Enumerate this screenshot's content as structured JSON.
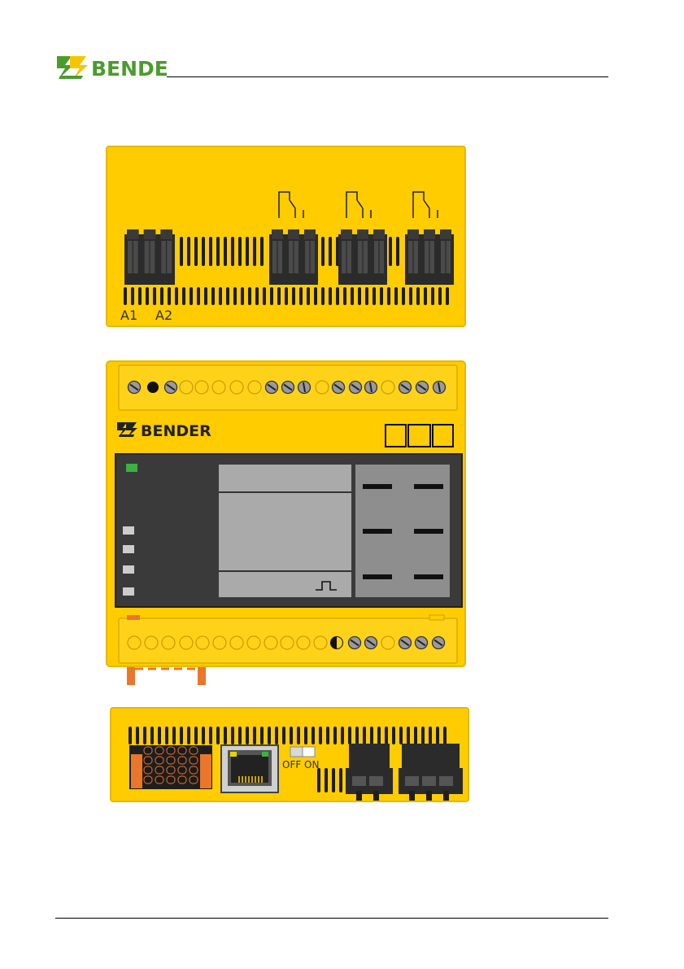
{
  "brand": {
    "name": "BENDER",
    "logo_color_green": "#4b9b2f",
    "logo_color_yellow": "#f7c600"
  },
  "colors": {
    "housing": "#ffcc00",
    "housing_edge": "#e6b800",
    "panel_dark": "#3a3a3a",
    "display_light": "#aaaaaa",
    "display_mid": "#8e8e8e",
    "terminal_block": "#333333",
    "led_green": "#3cb043",
    "led_grey": "#cccccc",
    "orange": "#e9762b"
  },
  "top_view": {
    "terminal_labels": [
      "A1",
      "A2"
    ]
  },
  "bottom_view": {
    "switch_labels": [
      "OFF",
      "ON"
    ]
  },
  "icons": [
    "bender-logo-icon",
    "relay-contact-icon",
    "pulse-icon",
    "rj45-port-icon",
    "dip-switch-icon",
    "screw-icon"
  ]
}
